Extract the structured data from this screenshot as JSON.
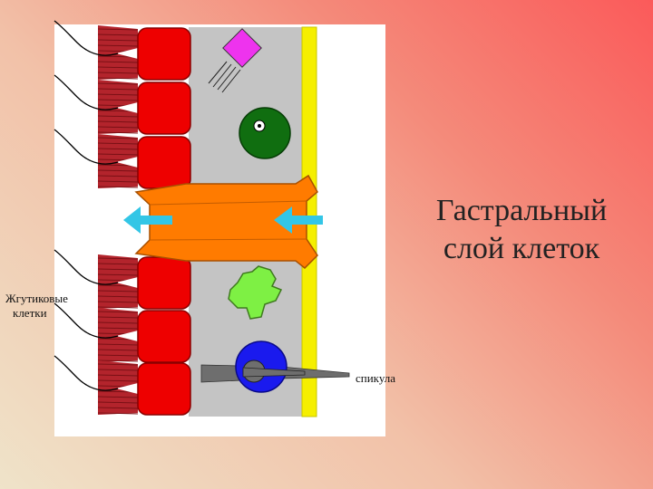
{
  "title": {
    "line1": "Гастральный",
    "line2": "слой клеток"
  },
  "labels": {
    "flagellar_line1": "Жгутиковые",
    "flagellar_line2": "клетки",
    "spicule": "спикула"
  },
  "colors": {
    "background_start": "#fb5a5a",
    "background_end": "#efe3c9",
    "panel": "#ffffff",
    "mesoglea": "#c4c4c4",
    "collar": "#b3242c",
    "flagellar_cell": "#ee0000",
    "porocyte": "#ff7b00",
    "arrow": "#33c6e6",
    "outer_layer": "#f5ef00",
    "cell_magenta": "#ee33ee",
    "cell_green": "#106e10",
    "cell_lime": "#7ef044",
    "cell_blue": "#1a1aee",
    "spicule": "#6e6e6e"
  }
}
